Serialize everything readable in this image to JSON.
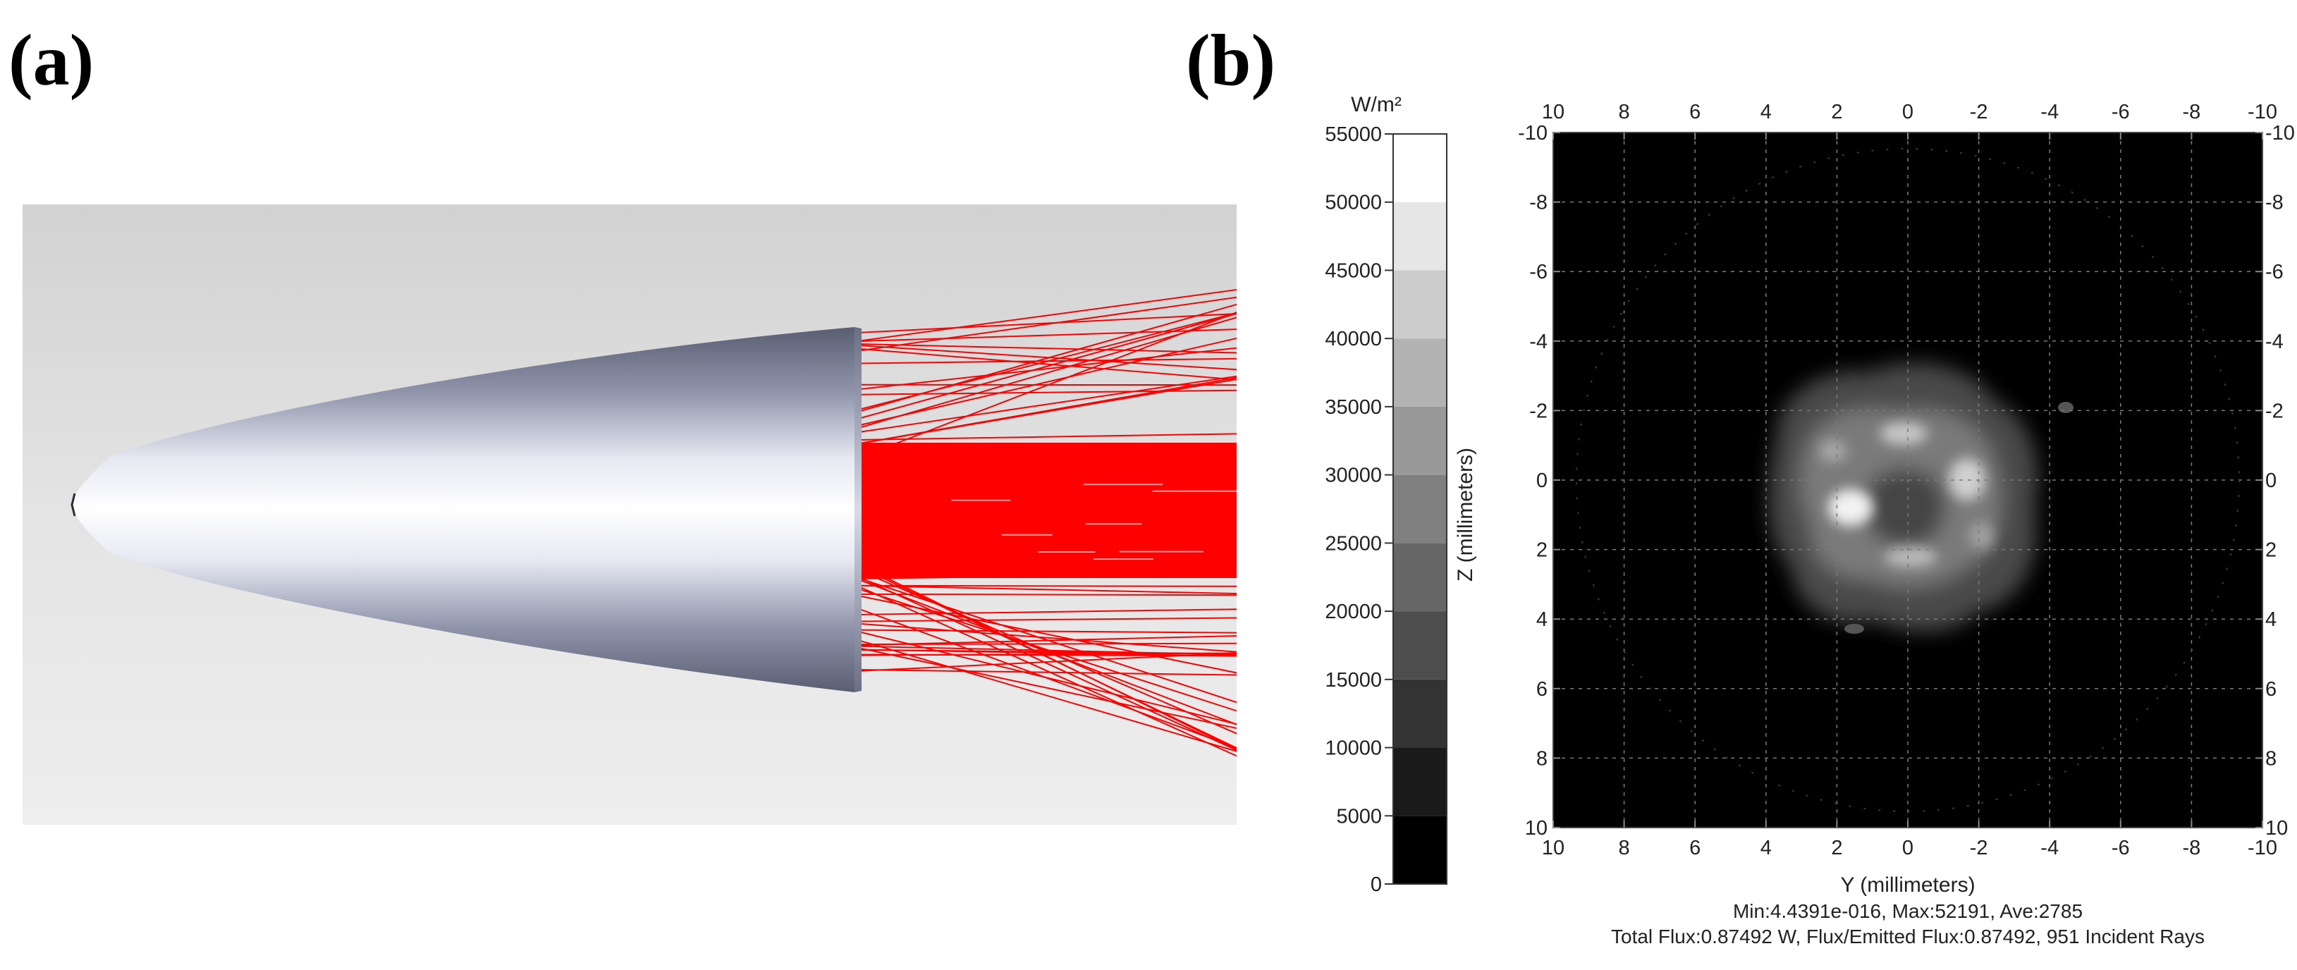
{
  "figure": {
    "panel_a": {
      "label": "(a)"
    },
    "panel_b": {
      "label": "(b)"
    }
  },
  "colorbar": {
    "unit": "W/m²",
    "ticks": [
      "55000",
      "50000",
      "45000",
      "40000",
      "35000",
      "30000",
      "25000",
      "20000",
      "15000",
      "10000",
      "5000",
      "0"
    ],
    "levels": [
      0,
      5000,
      10000,
      15000,
      20000,
      25000,
      30000,
      35000,
      40000,
      45000,
      50000,
      55000
    ]
  },
  "chart_data": {
    "type": "heatmap",
    "xlabel": "Y (millimeters)",
    "ylabel": "Z (millimeters)",
    "xlim": [
      10,
      -10
    ],
    "ylim": [
      -10,
      10
    ],
    "x_ticks": [
      "10",
      "8",
      "6",
      "4",
      "2",
      "0",
      "-2",
      "-4",
      "-6",
      "-8",
      "-10"
    ],
    "y_ticks": [
      "-10",
      "-8",
      "-6",
      "-4",
      "-2",
      "0",
      "2",
      "4",
      "6",
      "8",
      "10"
    ],
    "grid": true,
    "stats_line1": "Min:4.4391e-016, Max:52191, Ave:2785",
    "stats_line2": "Total Flux:0.87492 W, Flux/Emitted Flux:0.87492, 951 Incident Rays",
    "colors": {
      "background": "#000000",
      "red_rays": "#ff0000"
    }
  }
}
